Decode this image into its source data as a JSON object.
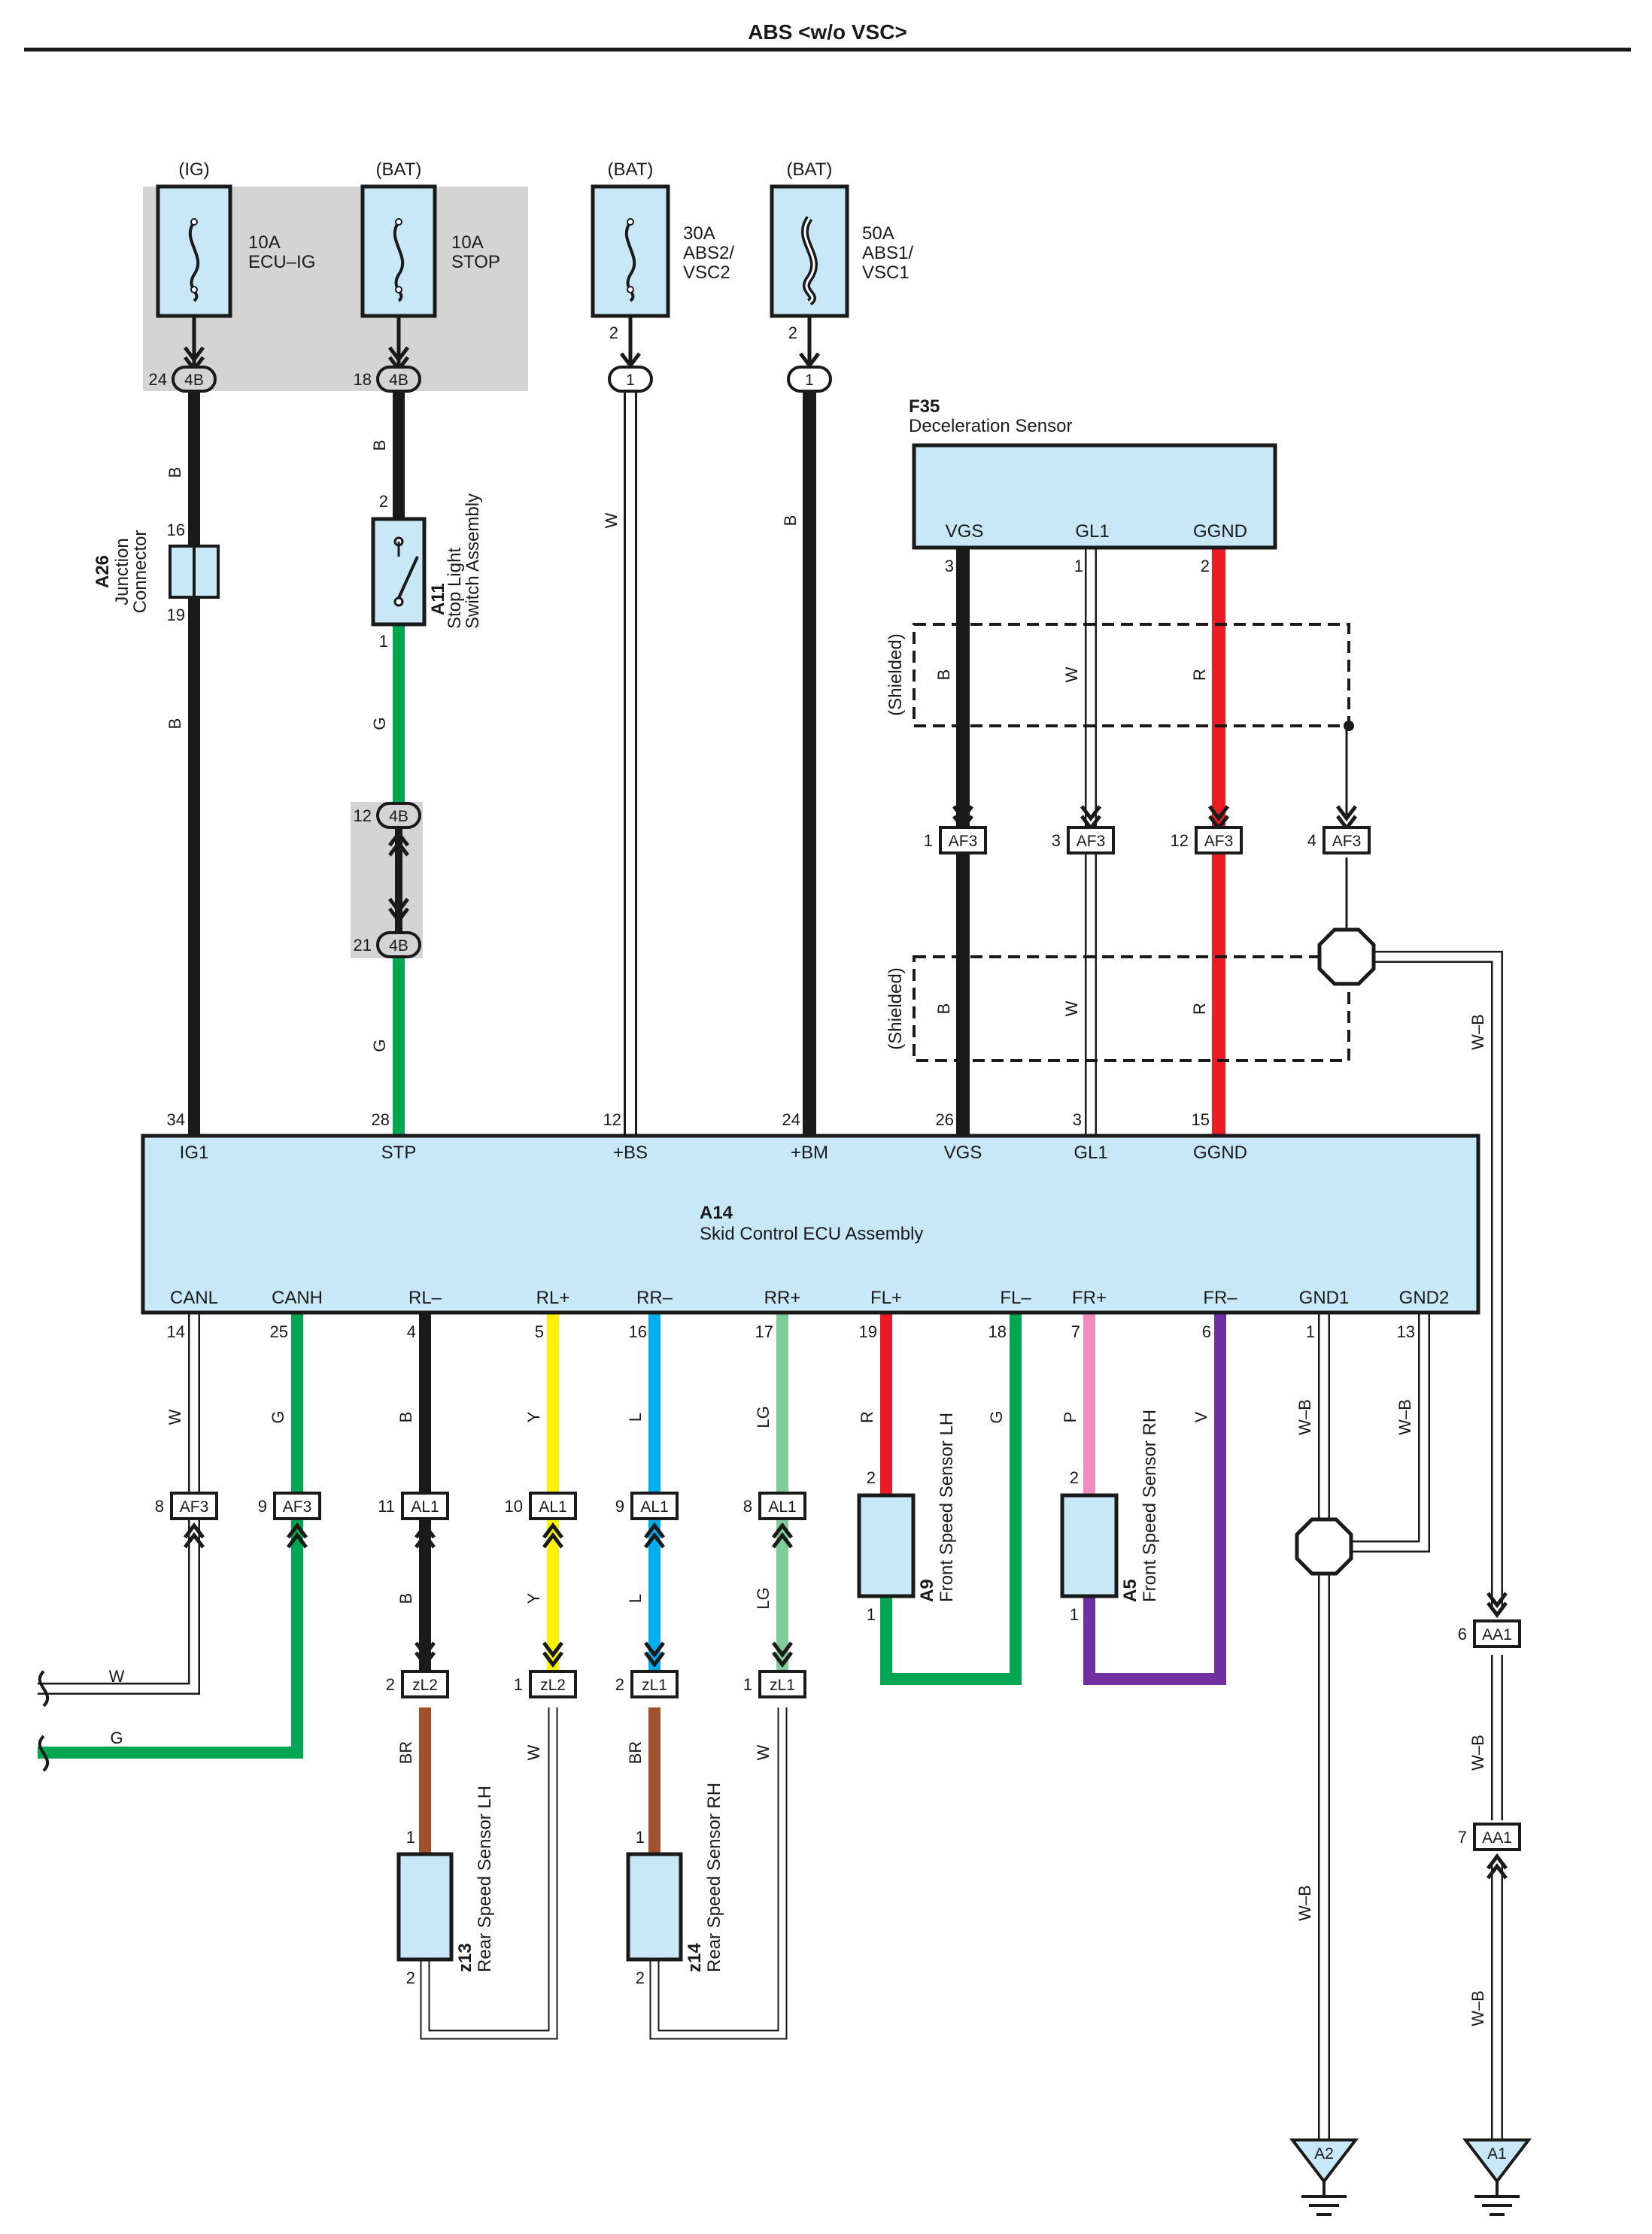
{
  "title": "ABS <w/o VSC>",
  "fuses": [
    {
      "supply": "(IG)",
      "rating": "10A",
      "name": "ECU–IG",
      "pin": "",
      "conn_pin": "24",
      "conn": "4B"
    },
    {
      "supply": "(BAT)",
      "rating": "10A",
      "name": "STOP",
      "pin": "",
      "conn_pin": "18",
      "conn": "4B"
    },
    {
      "supply": "(BAT)",
      "rating": "30A",
      "name1": "ABS2/",
      "name2": "VSC2",
      "pin": "2",
      "conn": "1"
    },
    {
      "supply": "(BAT)",
      "rating": "50A",
      "name1": "ABS1/",
      "name2": "VSC1",
      "pin": "2",
      "conn": "1"
    }
  ],
  "junction": {
    "code": "A26",
    "name1": "Junction",
    "name2": "Connector",
    "pin_top": "16",
    "pin_bottom": "19"
  },
  "stop_switch": {
    "code": "A11",
    "name1": "Stop Light",
    "name2": "Switch Assembly",
    "pin_top": "2",
    "pin_bottom": "1"
  },
  "inline_4b": {
    "top_pin": "12",
    "bottom_pin": "21",
    "conn": "4B"
  },
  "decel_sensor": {
    "code": "F35",
    "name": "Deceleration Sensor",
    "terminals": [
      {
        "label": "VGS",
        "pin": "3",
        "color": "B"
      },
      {
        "label": "GL1",
        "pin": "1",
        "color": "W"
      },
      {
        "label": "GGND",
        "pin": "2",
        "color": "R"
      }
    ],
    "shielded": "(Shielded)"
  },
  "af3_upper": [
    {
      "pin": "1",
      "conn": "AF3"
    },
    {
      "pin": "3",
      "conn": "AF3"
    },
    {
      "pin": "12",
      "conn": "AF3"
    },
    {
      "pin": "4",
      "conn": "AF3"
    }
  ],
  "ecu": {
    "code": "A14",
    "name": "Skid Control ECU Assembly",
    "top_terminals": [
      {
        "label": "IG1",
        "pin": "34"
      },
      {
        "label": "STP",
        "pin": "28"
      },
      {
        "label": "+BS",
        "pin": "12"
      },
      {
        "label": "+BM",
        "pin": "24"
      },
      {
        "label": "VGS",
        "pin": "26"
      },
      {
        "label": "GL1",
        "pin": "3"
      },
      {
        "label": "GGND",
        "pin": "15"
      }
    ],
    "bottom_terminals": [
      {
        "label": "CANL",
        "pin": "14"
      },
      {
        "label": "CANH",
        "pin": "25"
      },
      {
        "label": "RL–",
        "pin": "4"
      },
      {
        "label": "RL+",
        "pin": "5"
      },
      {
        "label": "RR–",
        "pin": "16"
      },
      {
        "label": "RR+",
        "pin": "17"
      },
      {
        "label": "FL+",
        "pin": "19"
      },
      {
        "label": "FL–",
        "pin": "18"
      },
      {
        "label": "FR+",
        "pin": "7"
      },
      {
        "label": "FR–",
        "pin": "6"
      },
      {
        "label": "GND1",
        "pin": "1"
      },
      {
        "label": "GND2",
        "pin": "13"
      }
    ]
  },
  "wire_colors": {
    "B": "#1a1a1a",
    "W": "#ffffff",
    "G": "#00a651",
    "R": "#ed1c24",
    "Y": "#fff200",
    "L": "#00aeef",
    "LG": "#7fcc9a",
    "P": "#f08cbe",
    "V": "#7030a0",
    "BR": "#a0522d",
    "W-B": "#ffffff",
    "fill": "#c8e8f8",
    "shade": "#d4d4d4"
  },
  "wire_labels": {
    "ig_b1": "B",
    "ig_b2": "B",
    "stp_b": "B",
    "stp_g1": "G",
    "stp_g2": "G",
    "bs_w": "W",
    "bm_b": "B",
    "sh1_b": "B",
    "sh1_w": "W",
    "sh1_r": "R",
    "sh2_b": "B",
    "sh2_w": "W",
    "sh2_r": "R",
    "shield_wb": "W–B",
    "canl_w": "W",
    "canh_g": "G",
    "rl_minus_b": "B",
    "rl_plus_y": "Y",
    "rr_minus_l": "L",
    "rr_plus_lg": "LG",
    "fl_plus_r": "R",
    "fl_minus_g": "G",
    "fr_plus_p": "P",
    "fr_minus_v": "V",
    "gnd1_wb": "W–B",
    "gnd2_wb": "W–B",
    "rl_b2": "B",
    "rl_y2": "Y",
    "rr_l2": "L",
    "rr_lg2": "LG",
    "rl_br": "BR",
    "rl_w": "W",
    "rr_br": "BR",
    "rr_w": "W",
    "can_w": "W",
    "can_g": "G",
    "gnd1_wb2": "W–B",
    "aa1_wb1": "W–B",
    "aa1_wb2": "W–B"
  },
  "af3_lower": [
    {
      "pin": "8",
      "conn": "AF3"
    },
    {
      "pin": "9",
      "conn": "AF3"
    }
  ],
  "al1": [
    {
      "pin": "11",
      "conn": "AL1"
    },
    {
      "pin": "10",
      "conn": "AL1"
    },
    {
      "pin": "9",
      "conn": "AL1"
    },
    {
      "pin": "8",
      "conn": "AL1"
    }
  ],
  "zl": [
    {
      "pin": "2",
      "conn": "zL2"
    },
    {
      "pin": "1",
      "conn": "zL2"
    },
    {
      "pin": "2",
      "conn": "zL1"
    },
    {
      "pin": "1",
      "conn": "zL1"
    }
  ],
  "front_lh": {
    "code": "A9",
    "name": "Front Speed Sensor LH",
    "pin_top": "2",
    "pin_bottom": "1"
  },
  "front_rh": {
    "code": "A5",
    "name": "Front Speed Sensor RH",
    "pin_top": "2",
    "pin_bottom": "1"
  },
  "rear_lh": {
    "code": "z13",
    "name": "Rear Speed Sensor LH",
    "pin_top": "1",
    "pin_bottom": "2"
  },
  "rear_rh": {
    "code": "z14",
    "name": "Rear Speed Sensor RH",
    "pin_top": "1",
    "pin_bottom": "2"
  },
  "aa1": [
    {
      "pin": "6",
      "conn": "AA1"
    },
    {
      "pin": "7",
      "conn": "AA1"
    }
  ],
  "grounds": [
    {
      "label": "A2"
    },
    {
      "label": "A1"
    }
  ]
}
